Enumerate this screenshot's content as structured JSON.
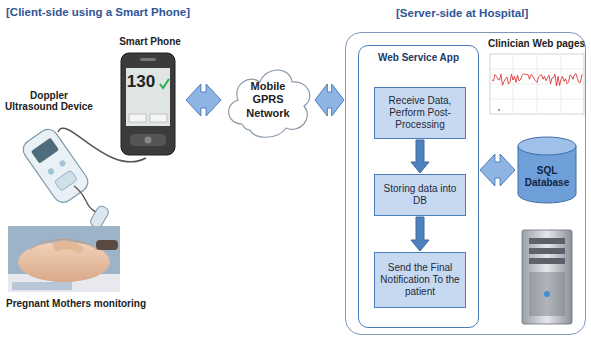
{
  "diagram": {
    "nodes": [
      {
        "text": [
          "Smart Phone",
          "130"
        ]
      },
      {
        "text": [
          "Mobile GPRS Network"
        ]
      },
      {
        "text": [
          "[Server-side at Hospital]"
        ]
      },
      {
        "text": [
          "Web Service App"
        ],
        "in": 2
      },
      {
        "text": [
          "Receive Data, Perform Post-Processing"
        ],
        "in": 3
      },
      {
        "text": [
          "Storing data into DB"
        ],
        "in": 3
      },
      {
        "text": [
          "Send the Final Notification To the patient"
        ],
        "in": 3
      },
      {
        "text": [
          "SQL Database"
        ],
        "in": 2
      }
    ],
    "edges": [
      {
        "from": 0,
        "to": 1,
        "arrow": "both"
      },
      {
        "from": 1,
        "to": 2,
        "arrow": "both"
      },
      {
        "from": 4,
        "to": 5,
        "arrow": "to"
      },
      {
        "from": 5,
        "to": 6,
        "arrow": "to"
      },
      {
        "from": 3,
        "to": 7,
        "arrow": "both"
      }
    ],
    "labels": [
      "[Client-side using a Smart Phone]",
      "Doppler Ultrasound Device",
      "Pregnant Mothers monitoring",
      "Clinician Web pages"
    ]
  }
}
